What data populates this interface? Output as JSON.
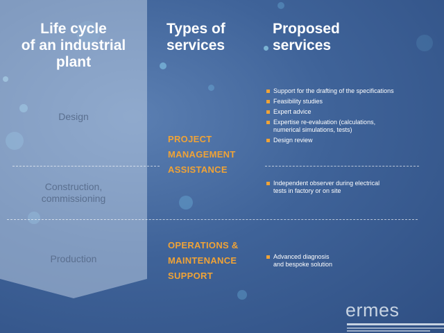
{
  "columns": {
    "lifecycle_title": [
      "Life cycle",
      "of an industrial",
      "plant"
    ],
    "types_title": [
      "Types of",
      "services"
    ],
    "proposed_title": [
      "Proposed",
      "services"
    ]
  },
  "stages": {
    "design": [
      "Design"
    ],
    "construction": [
      "Construction,",
      "commissioning"
    ],
    "production": [
      "Production"
    ]
  },
  "service_types": {
    "project_management": [
      "PROJECT",
      "MANAGEMENT",
      "ASSISTANCE"
    ],
    "operations_maintenance": [
      "OPERATIONS &",
      "MAINTENANCE",
      "SUPPORT"
    ]
  },
  "proposed_services": {
    "design": [
      [
        "Support for the drafting of the specifications"
      ],
      [
        "Feasibility studies"
      ],
      [
        "Expert advice"
      ],
      [
        "Expertise re-evaluation (calculations,",
        "numerical simulations, tests)"
      ],
      [
        "Design review"
      ]
    ],
    "construction": [
      [
        "Independent observer during electrical",
        "tests in factory or on site"
      ]
    ],
    "production": [
      [
        "Advanced diagnosis",
        "and bespoke solution"
      ]
    ]
  },
  "logo": {
    "text": "ermes"
  },
  "colors": {
    "background": "#3f6399",
    "accent_orange": "#f0a336",
    "lifecycle_panel": "#c3d4e8",
    "stage_text": "#5a6f8f"
  }
}
